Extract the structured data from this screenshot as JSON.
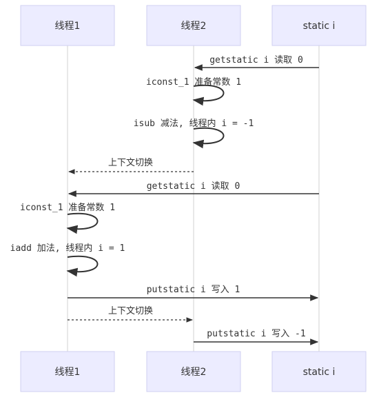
{
  "participants": [
    "线程1",
    "线程2",
    "static i"
  ],
  "messages": [
    {
      "from": "static i",
      "to": "线程2",
      "text": "getstatic i 读取 0",
      "style": "solid"
    },
    {
      "from": "线程2",
      "to": "线程2",
      "text": "iconst_1 准备常数 1",
      "style": "self"
    },
    {
      "from": "线程2",
      "to": "线程2",
      "text": "isub 减法, 线程内 i = -1",
      "style": "self"
    },
    {
      "from": "线程2",
      "to": "线程1",
      "text": "上下文切换",
      "style": "dashed"
    },
    {
      "from": "static i",
      "to": "线程1",
      "text": "getstatic i 读取 0",
      "style": "solid"
    },
    {
      "from": "线程1",
      "to": "线程1",
      "text": "iconst_1 准备常数 1",
      "style": "self"
    },
    {
      "from": "线程1",
      "to": "线程1",
      "text": "iadd 加法, 线程内 i = 1",
      "style": "self"
    },
    {
      "from": "线程1",
      "to": "static i",
      "text": "putstatic i 写入 1",
      "style": "solid"
    },
    {
      "from": "线程1",
      "to": "线程2",
      "text": "上下文切换",
      "style": "dashed"
    },
    {
      "from": "线程2",
      "to": "static i",
      "text": "putstatic i 写入 -1",
      "style": "solid"
    }
  ],
  "colors": {
    "actor_fill": "#ececff",
    "actor_border": "#cfcff0",
    "line": "#333333",
    "lifeline": "#d0d0d0",
    "text": "#333333"
  }
}
